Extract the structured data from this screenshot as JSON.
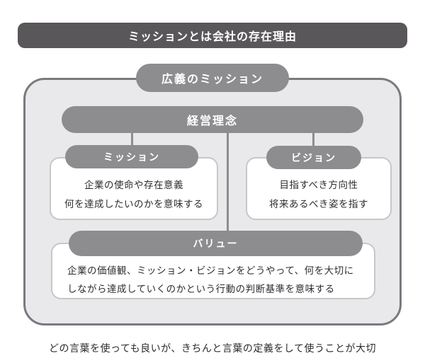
{
  "banner": {
    "title": "ミッションとは会社の存在理由"
  },
  "diagram": {
    "container_label": "広義のミッション",
    "root_label": "経営理念",
    "mission": {
      "label": "ミッション",
      "lines": [
        "企業の使命や存在意義",
        "何を達成したいのかを意味する"
      ]
    },
    "vision": {
      "label": "ビジョン",
      "lines": [
        "目指すべき方向性",
        "将来あるべき姿を指す"
      ]
    },
    "value": {
      "label": "バリュー",
      "text": "企業の価値観、ミッション・ビジョンをどうやって、何を大切にしながら達成していくのかという行動の判断基準を意味する"
    }
  },
  "footer": {
    "caption": "どの言葉を使っても良いが、きちんと言葉の定義をして使うことが大切"
  },
  "colors": {
    "banner_dark": "#595759",
    "node_gray": "#8d8d90",
    "container_fill": "#e9e9eb",
    "container_border": "#797a7e",
    "box_border": "#c7c7ca",
    "text_dark": "#2e2e30"
  }
}
